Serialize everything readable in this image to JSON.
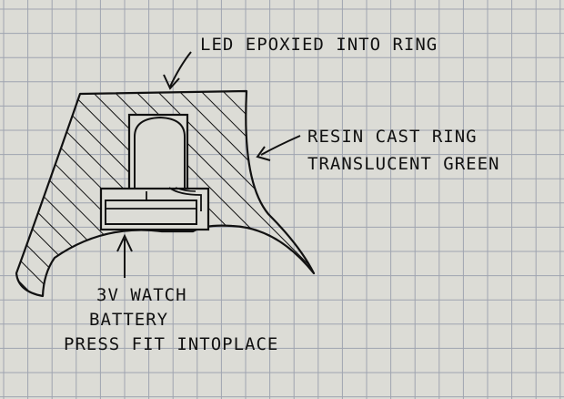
{
  "labels": {
    "led": "LED EPOXIED INTO RING",
    "resin_line1": "RESIN CAST RING",
    "resin_line2": "TRANSLUCENT GREEN",
    "battery_line1": "3V WATCH",
    "battery_line2": "BATTERY",
    "battery_line3": "PRESS FIT INTOPLACE"
  },
  "colors": {
    "paper": "#dcdcd6",
    "grid": "#9fa4b0",
    "ink": "#111111"
  }
}
